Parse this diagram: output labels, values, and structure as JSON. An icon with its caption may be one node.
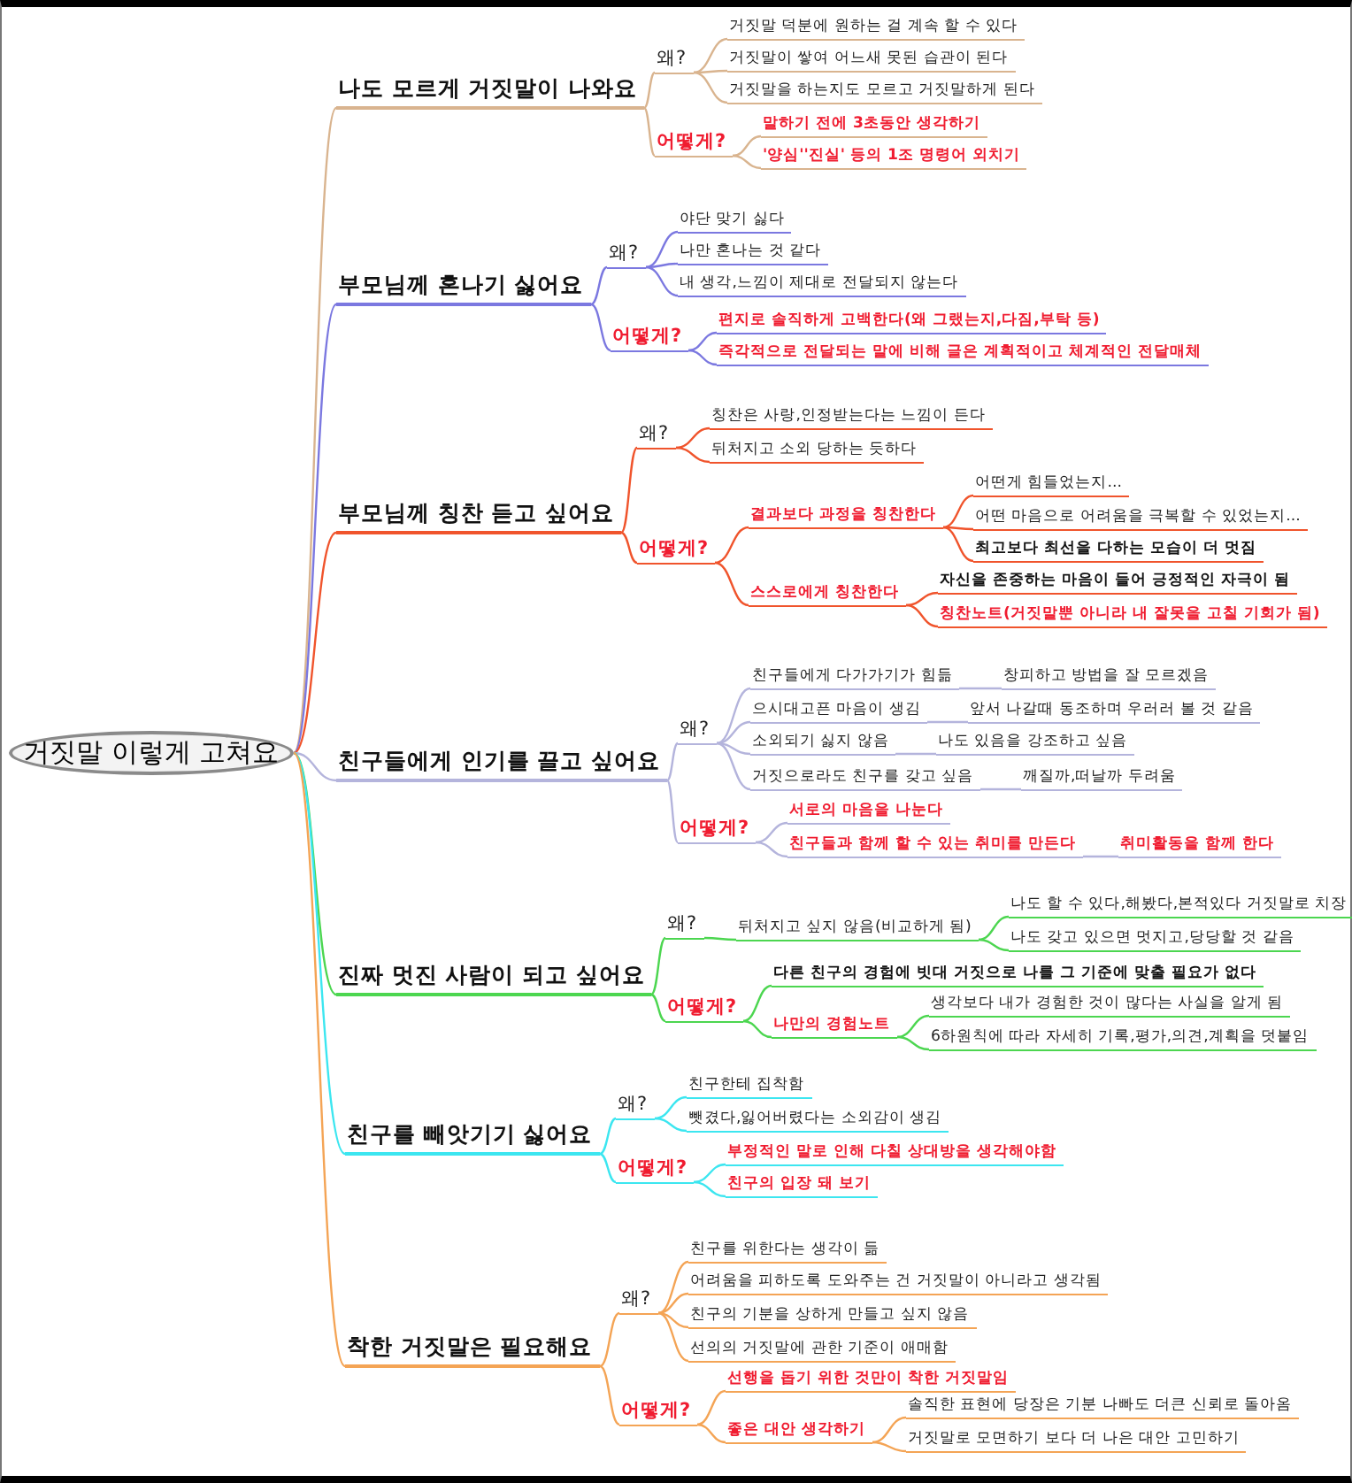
{
  "diagram": {
    "nodes": [
      {
        "text": [
          "거짓말 이렇게 고쳐요"
        ]
      },
      {
        "text": [
          "나도 모르게 거짓말이 나와요"
        ]
      },
      {
        "text": [
          "왜?"
        ]
      },
      {
        "text": [
          "거짓말 덕분에 원하는 걸 계속 할 수 있다"
        ]
      },
      {
        "text": [
          "거짓말이 쌓여 어느새 못된 습관이 된다"
        ]
      },
      {
        "text": [
          "거짓말을 하는지도 모르고 거짓말하게 된다"
        ]
      },
      {
        "text": [
          "어떻게?"
        ]
      },
      {
        "text": [
          "말하기 전에 3초동안 생각하기"
        ]
      },
      {
        "text": [
          "'양심''진실' 등의 1조 명령어 외치기"
        ]
      },
      {
        "text": [
          "부모님께 혼나기 싫어요"
        ]
      },
      {
        "text": [
          "왜?"
        ]
      },
      {
        "text": [
          "야단 맞기 싫다"
        ]
      },
      {
        "text": [
          "나만 혼나는 것 같다"
        ]
      },
      {
        "text": [
          "내 생각,느낌이 제대로 전달되지 않는다"
        ]
      },
      {
        "text": [
          "어떻게?"
        ]
      },
      {
        "text": [
          "편지로 솔직하게 고백한다(왜 그랬는지,다짐,부탁 등)"
        ]
      },
      {
        "text": [
          "즉각적으로 전달되는 말에 비해 글은 계획적이고 체계적인 전달매체"
        ]
      },
      {
        "text": [
          "부모님께 칭찬 듣고 싶어요"
        ]
      },
      {
        "text": [
          "왜?"
        ]
      },
      {
        "text": [
          "칭찬은 사랑,인정받는다는 느낌이 든다"
        ]
      },
      {
        "text": [
          "뒤처지고 소외 당하는 듯하다"
        ]
      },
      {
        "text": [
          "어떻게?"
        ]
      },
      {
        "text": [
          "결과보다 과정을 칭찬한다"
        ]
      },
      {
        "text": [
          "어떤게 힘들었는지..."
        ]
      },
      {
        "text": [
          "어떤 마음으로 어려움을 극복할 수 있었는지..."
        ]
      },
      {
        "text": [
          "최고보다 최선을 다하는 모습이 더 멋짐"
        ]
      },
      {
        "text": [
          "스스로에게 칭찬한다"
        ]
      },
      {
        "text": [
          "자신을 존중하는 마음이 들어 긍정적인 자극이 됨"
        ]
      },
      {
        "text": [
          "칭찬노트(거짓말뿐 아니라 내 잘못을 고칠 기회가 됨)"
        ]
      },
      {
        "text": [
          "친구들에게 인기를 끌고 싶어요"
        ]
      },
      {
        "text": [
          "왜?"
        ]
      },
      {
        "text": [
          "친구들에게 다가가기가 힘듦"
        ]
      },
      {
        "text": [
          "창피하고 방법을 잘 모르겠음"
        ]
      },
      {
        "text": [
          "으시대고픈 마음이 생김"
        ]
      },
      {
        "text": [
          "앞서 나갈때 동조하며 우러러 볼 것 같음"
        ]
      },
      {
        "text": [
          "소외되기 싫지 않음"
        ]
      },
      {
        "text": [
          "나도 있음을 강조하고 싶음"
        ]
      },
      {
        "text": [
          "거짓으로라도 친구를 갖고 싶음"
        ]
      },
      {
        "text": [
          "깨질까,떠날까 두려움"
        ]
      },
      {
        "text": [
          "어떻게?"
        ]
      },
      {
        "text": [
          "서로의 마음을 나눈다"
        ]
      },
      {
        "text": [
          "친구들과 함께 할 수 있는 취미를 만든다"
        ]
      },
      {
        "text": [
          "취미활동을 함께 한다"
        ]
      },
      {
        "text": [
          "진짜 멋진 사람이 되고 싶어요"
        ]
      },
      {
        "text": [
          "왜?"
        ]
      },
      {
        "text": [
          "뒤처지고 싶지 않음(비교하게 됨)"
        ]
      },
      {
        "text": [
          "나도 할 수 있다,해봤다,본적있다 거짓말로 치장"
        ]
      },
      {
        "text": [
          "나도 갖고 있으면 멋지고,당당할 것 같음"
        ]
      },
      {
        "text": [
          "어떻게?"
        ]
      },
      {
        "text": [
          "다른 친구의 경험에 빗대 거짓으로 나를 그 기준에 맞출 필요가 없다"
        ]
      },
      {
        "text": [
          "나만의 경험노트"
        ]
      },
      {
        "text": [
          "생각보다 내가 경험한 것이 많다는 사실을 알게 됨"
        ]
      },
      {
        "text": [
          "6하원칙에 따라 자세히 기록,평가,의견,계획을 덧붙임"
        ]
      },
      {
        "text": [
          "친구를 빼앗기기 싫어요"
        ]
      },
      {
        "text": [
          "왜?"
        ]
      },
      {
        "text": [
          "친구한테 집착함"
        ]
      },
      {
        "text": [
          "뺏겼다,잃어버렸다는 소외감이 생김"
        ]
      },
      {
        "text": [
          "어떻게?"
        ]
      },
      {
        "text": [
          "부정적인 말로 인해 다칠 상대방을 생각해야함"
        ]
      },
      {
        "text": [
          "친구의 입장 돼 보기"
        ]
      },
      {
        "text": [
          "착한 거짓말은 필요해요"
        ]
      },
      {
        "text": [
          "왜?"
        ]
      },
      {
        "text": [
          "친구를 위한다는 생각이 듦"
        ]
      },
      {
        "text": [
          "어려움을 피하도록 도와주는 건 거짓말이 아니라고 생각됨"
        ]
      },
      {
        "text": [
          "친구의 기분을 상하게 만들고 싶지 않음"
        ]
      },
      {
        "text": [
          "선의의 거짓말에 관한 기준이 애매함"
        ]
      },
      {
        "text": [
          "어떻게?"
        ]
      },
      {
        "text": [
          "선행을 돕기 위한 것만이 착한 거짓말임"
        ]
      },
      {
        "text": [
          "좋은 대안 생각하기"
        ]
      },
      {
        "text": [
          "솔직한 표현에 당장은 기분 나빠도 더큰 신뢰로 돌아옴"
        ]
      },
      {
        "text": [
          "거짓말로 모면하기 보다 더 나은 대안 고민하기"
        ]
      }
    ],
    "edges": [
      {
        "from": 0,
        "to": 1,
        "arrow": "none",
        "color": "#d9b48f"
      },
      {
        "from": 1,
        "to": 2,
        "arrow": "none",
        "color": "#d9b48f"
      },
      {
        "from": 2,
        "to": 3,
        "arrow": "none",
        "color": "#d9b48f"
      },
      {
        "from": 2,
        "to": 4,
        "arrow": "none",
        "color": "#d9b48f"
      },
      {
        "from": 2,
        "to": 5,
        "arrow": "none",
        "color": "#d9b48f"
      },
      {
        "from": 1,
        "to": 6,
        "arrow": "none",
        "color": "#d9b48f"
      },
      {
        "from": 6,
        "to": 7,
        "arrow": "none",
        "color": "#d9b48f"
      },
      {
        "from": 6,
        "to": 8,
        "arrow": "none",
        "color": "#d9b48f"
      },
      {
        "from": 0,
        "to": 9,
        "arrow": "none",
        "color": "#7b78e0"
      },
      {
        "from": 9,
        "to": 10,
        "arrow": "none",
        "color": "#7b78e0"
      },
      {
        "from": 10,
        "to": 11,
        "arrow": "none",
        "color": "#7b78e0"
      },
      {
        "from": 10,
        "to": 12,
        "arrow": "none",
        "color": "#7b78e0"
      },
      {
        "from": 10,
        "to": 13,
        "arrow": "none",
        "color": "#7b78e0"
      },
      {
        "from": 9,
        "to": 14,
        "arrow": "none",
        "color": "#7b78e0"
      },
      {
        "from": 14,
        "to": 15,
        "arrow": "none",
        "color": "#7b78e0"
      },
      {
        "from": 14,
        "to": 16,
        "arrow": "none",
        "color": "#7b78e0"
      },
      {
        "from": 0,
        "to": 17,
        "arrow": "none",
        "color": "#f0542c"
      },
      {
        "from": 17,
        "to": 18,
        "arrow": "none",
        "color": "#f0542c"
      },
      {
        "from": 18,
        "to": 19,
        "arrow": "none",
        "color": "#f0542c"
      },
      {
        "from": 18,
        "to": 20,
        "arrow": "none",
        "color": "#f0542c"
      },
      {
        "from": 17,
        "to": 21,
        "arrow": "none",
        "color": "#f0542c"
      },
      {
        "from": 21,
        "to": 22,
        "arrow": "none",
        "color": "#f0542c"
      },
      {
        "from": 22,
        "to": 23,
        "arrow": "none",
        "color": "#f0542c"
      },
      {
        "from": 22,
        "to": 24,
        "arrow": "none",
        "color": "#f0542c"
      },
      {
        "from": 22,
        "to": 25,
        "arrow": "none",
        "color": "#f0542c"
      },
      {
        "from": 21,
        "to": 26,
        "arrow": "none",
        "color": "#f0542c"
      },
      {
        "from": 26,
        "to": 27,
        "arrow": "none",
        "color": "#f0542c"
      },
      {
        "from": 26,
        "to": 28,
        "arrow": "none",
        "color": "#f0542c"
      },
      {
        "from": 0,
        "to": 29,
        "arrow": "none",
        "color": "#b4b4dc"
      },
      {
        "from": 29,
        "to": 30,
        "arrow": "none",
        "color": "#b4b4dc"
      },
      {
        "from": 30,
        "to": 31,
        "arrow": "none",
        "color": "#b4b4dc"
      },
      {
        "from": 31,
        "to": 32,
        "arrow": "none",
        "color": "#b4b4dc"
      },
      {
        "from": 30,
        "to": 33,
        "arrow": "none",
        "color": "#b4b4dc"
      },
      {
        "from": 33,
        "to": 34,
        "arrow": "none",
        "color": "#b4b4dc"
      },
      {
        "from": 30,
        "to": 35,
        "arrow": "none",
        "color": "#b4b4dc"
      },
      {
        "from": 35,
        "to": 36,
        "arrow": "none",
        "color": "#b4b4dc"
      },
      {
        "from": 30,
        "to": 37,
        "arrow": "none",
        "color": "#b4b4dc"
      },
      {
        "from": 37,
        "to": 38,
        "arrow": "none",
        "color": "#b4b4dc"
      },
      {
        "from": 29,
        "to": 39,
        "arrow": "none",
        "color": "#b4b4dc"
      },
      {
        "from": 39,
        "to": 40,
        "arrow": "none",
        "color": "#b4b4dc"
      },
      {
        "from": 39,
        "to": 41,
        "arrow": "none",
        "color": "#b4b4dc"
      },
      {
        "from": 41,
        "to": 42,
        "arrow": "none",
        "color": "#b4b4dc"
      },
      {
        "from": 0,
        "to": 43,
        "arrow": "none",
        "color": "#4cd650"
      },
      {
        "from": 43,
        "to": 44,
        "arrow": "none",
        "color": "#4cd650"
      },
      {
        "from": 44,
        "to": 45,
        "arrow": "none",
        "color": "#4cd650"
      },
      {
        "from": 45,
        "to": 46,
        "arrow": "none",
        "color": "#4cd650"
      },
      {
        "from": 45,
        "to": 47,
        "arrow": "none",
        "color": "#4cd650"
      },
      {
        "from": 43,
        "to": 48,
        "arrow": "none",
        "color": "#4cd650"
      },
      {
        "from": 48,
        "to": 49,
        "arrow": "none",
        "color": "#4cd650"
      },
      {
        "from": 48,
        "to": 50,
        "arrow": "none",
        "color": "#4cd650"
      },
      {
        "from": 50,
        "to": 51,
        "arrow": "none",
        "color": "#4cd650"
      },
      {
        "from": 50,
        "to": 52,
        "arrow": "none",
        "color": "#4cd650"
      },
      {
        "from": 0,
        "to": 53,
        "arrow": "none",
        "color": "#3ce6f0"
      },
      {
        "from": 53,
        "to": 54,
        "arrow": "none",
        "color": "#3ce6f0"
      },
      {
        "from": 54,
        "to": 55,
        "arrow": "none",
        "color": "#3ce6f0"
      },
      {
        "from": 54,
        "to": 56,
        "arrow": "none",
        "color": "#3ce6f0"
      },
      {
        "from": 53,
        "to": 57,
        "arrow": "none",
        "color": "#3ce6f0"
      },
      {
        "from": 57,
        "to": 58,
        "arrow": "none",
        "color": "#3ce6f0"
      },
      {
        "from": 57,
        "to": 59,
        "arrow": "none",
        "color": "#3ce6f0"
      },
      {
        "from": 0,
        "to": 60,
        "arrow": "none",
        "color": "#f4a455"
      },
      {
        "from": 60,
        "to": 61,
        "arrow": "none",
        "color": "#f4a455"
      },
      {
        "from": 61,
        "to": 62,
        "arrow": "none",
        "color": "#f4a455"
      },
      {
        "from": 61,
        "to": 63,
        "arrow": "none",
        "color": "#f4a455"
      },
      {
        "from": 61,
        "to": 64,
        "arrow": "none",
        "color": "#f4a455"
      },
      {
        "from": 61,
        "to": 65,
        "arrow": "none",
        "color": "#f4a455"
      },
      {
        "from": 60,
        "to": 66,
        "arrow": "none",
        "color": "#f4a455"
      },
      {
        "from": 66,
        "to": 67,
        "arrow": "none",
        "color": "#f4a455"
      },
      {
        "from": 66,
        "to": 68,
        "arrow": "none",
        "color": "#f4a455"
      },
      {
        "from": 68,
        "to": 69,
        "arrow": "none",
        "color": "#f4a455"
      },
      {
        "from": 68,
        "to": 70,
        "arrow": "none",
        "color": "#f4a455"
      }
    ]
  }
}
